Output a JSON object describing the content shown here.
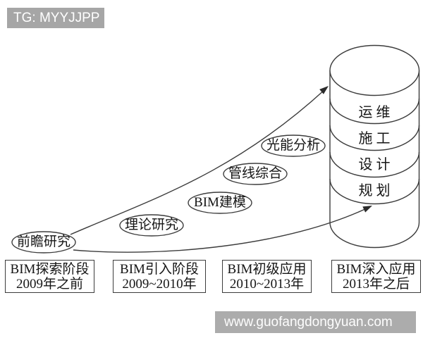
{
  "banner": {
    "text": "TG: MYYJJPP"
  },
  "watermark": {
    "text": "www.guofangdongyuan.com"
  },
  "milestones": [
    {
      "label": "前瞻研究"
    },
    {
      "label": "理论研究"
    },
    {
      "label": "BIM建模"
    },
    {
      "label": "管线综合"
    },
    {
      "label": "光能分析"
    }
  ],
  "cylinder": {
    "layers": [
      "运维",
      "施工",
      "设计",
      "规划"
    ]
  },
  "stages": [
    {
      "name": "BIM探索阶段",
      "period": "2009年之前"
    },
    {
      "name": "BIM引入阶段",
      "period": "2009~2010年"
    },
    {
      "name": "BIM初级应用",
      "period": "2010~2013年"
    },
    {
      "name": "BIM深入应用",
      "period": "2013年之后"
    }
  ],
  "colors": {
    "background": "#ffffff",
    "stroke": "#3c3c3c",
    "banner_bg": "#a6a6a6",
    "watermark_bg": "#acacac",
    "text": "#151515"
  }
}
